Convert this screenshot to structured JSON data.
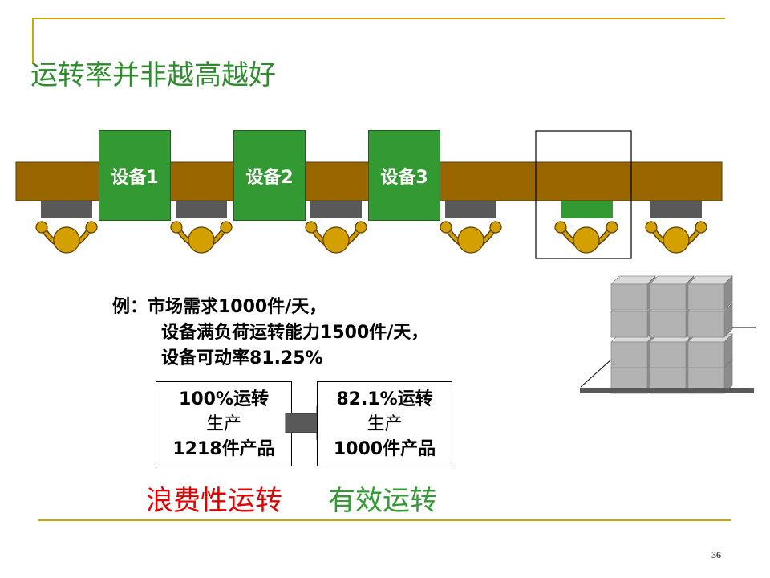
{
  "title": "运转率并非越高越好",
  "machines": [
    {
      "label": "设备1"
    },
    {
      "label": "设备2"
    },
    {
      "label": "设备3"
    }
  ],
  "example": {
    "line1": "例：市场需求1000件/天，",
    "line2": "设备满负荷运转能力1500件/天，",
    "line3": "设备可动率81.25%"
  },
  "left_box": {
    "line1": "100%运转",
    "line2": "生产",
    "line3": "1218件产品"
  },
  "right_box": {
    "line1": "82.1%运转",
    "line2": "生产",
    "line3": "1000件产品"
  },
  "bottom": {
    "wasteful": "浪费性运转",
    "effective": "有效运转"
  },
  "page_number": "36",
  "colors": {
    "title": "#2e8b2e",
    "belt": "#996600",
    "machine": "#339933",
    "worker": "#d4a000",
    "station": "#595959",
    "wasteful": "#e00000",
    "effective": "#339933",
    "rule": "#c8a800"
  }
}
